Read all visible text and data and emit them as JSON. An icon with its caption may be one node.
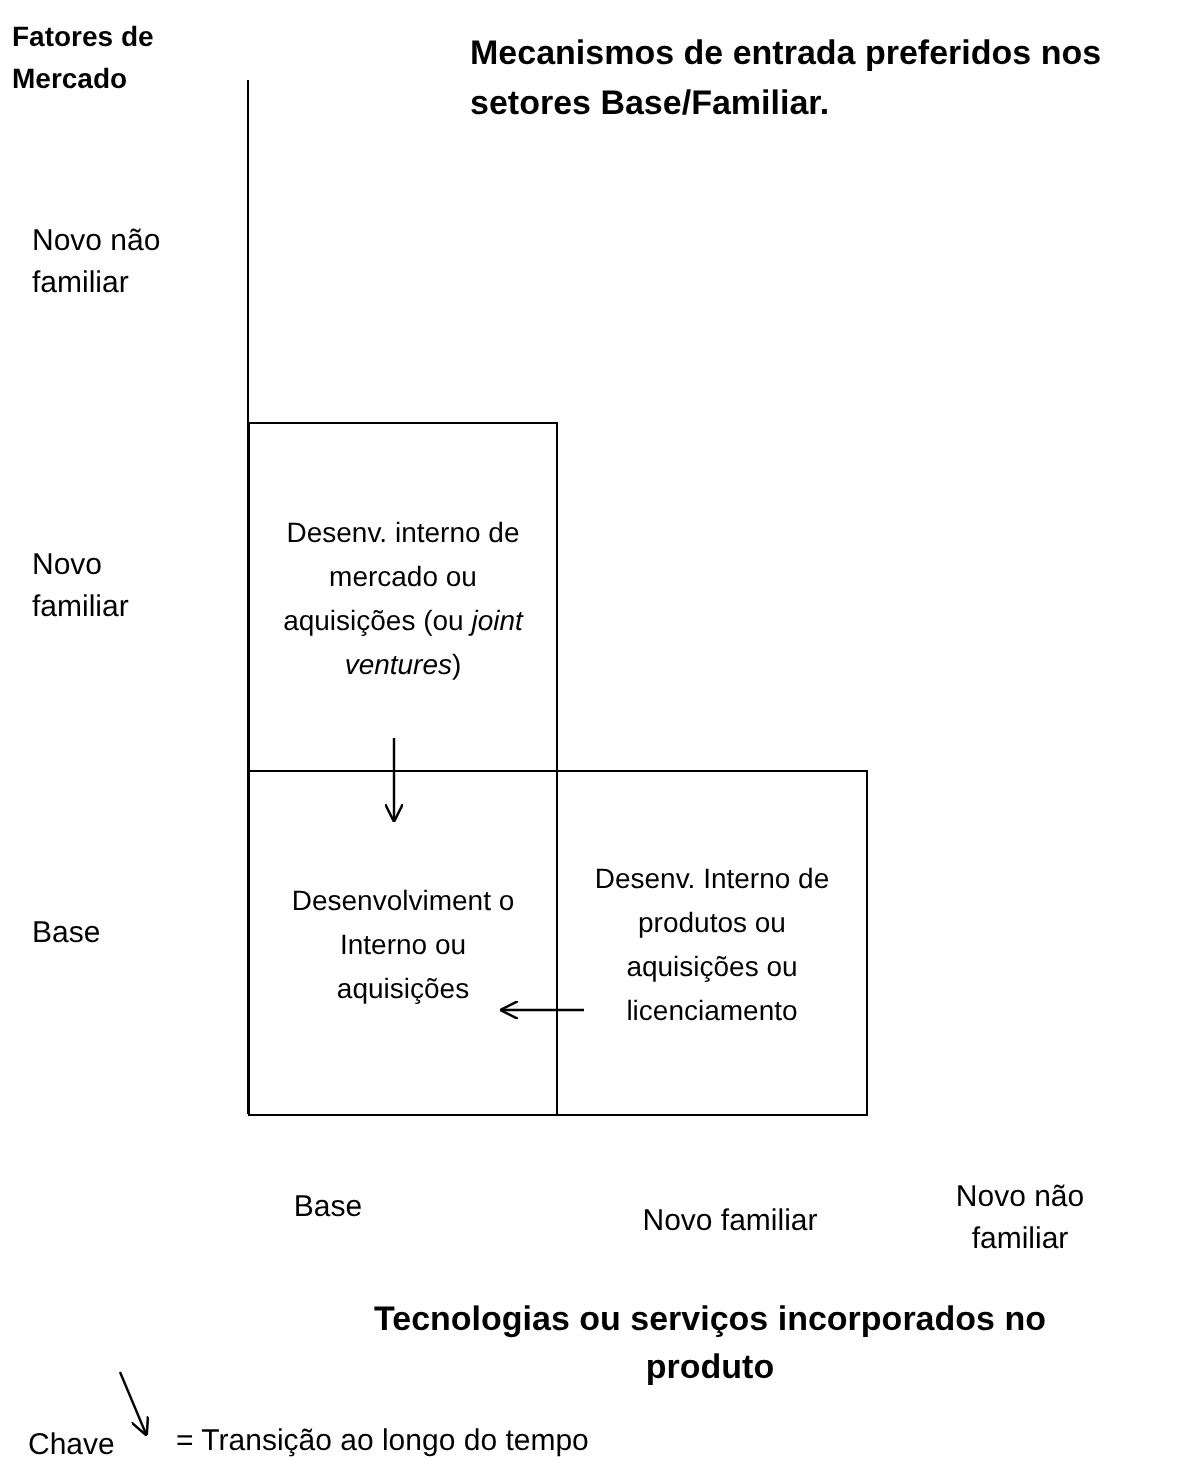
{
  "diagram": {
    "title": "Mecanismos de entrada preferidos nos setores Base/Familiar.",
    "nodes": [
      {
        "text": [
          "Desenv. interno de mercado ou aquisições (ou *joint ventures*)"
        ]
      },
      {
        "text": [
          "Desenvolviment o Interno ou aquisições"
        ]
      },
      {
        "text": [
          "Desenv. Interno de produtos ou aquisições ou licenciamento"
        ]
      }
    ],
    "edges": [
      {
        "from": 0,
        "to": 1,
        "arrow": "to"
      },
      {
        "from": 2,
        "to": 1,
        "arrow": "to"
      }
    ],
    "labels": [
      "Fatores de Mercado",
      "Novo não familiar",
      "Novo familiar",
      "Base",
      "Base",
      "Novo familiar",
      "Novo não familiar",
      "Tecnologias ou serviços incorporados no produto",
      "Chave"
    ],
    "legend": [
      {
        "text": "= Transição ao longo do tempo"
      }
    ]
  }
}
